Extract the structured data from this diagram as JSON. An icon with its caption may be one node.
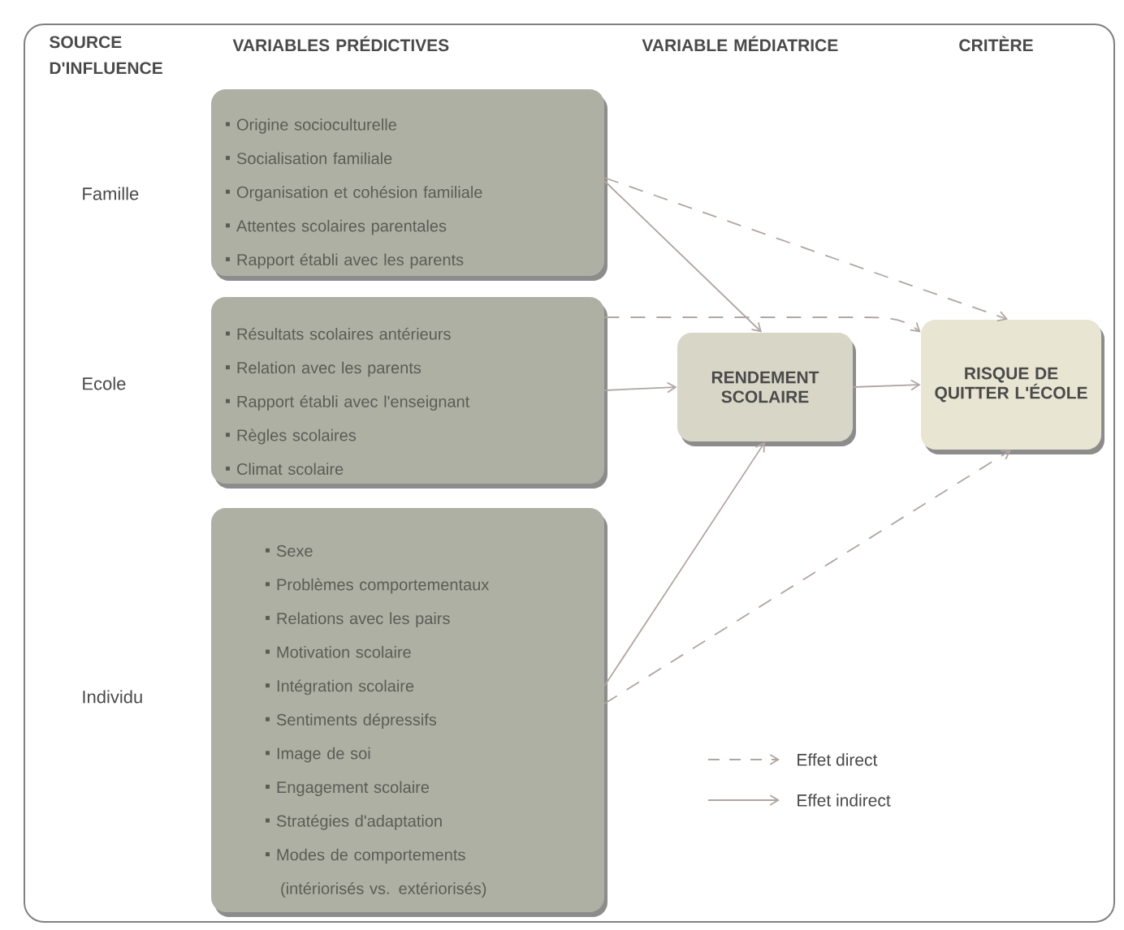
{
  "diagram": {
    "nodes": [
      {
        "text": [
          "Origine socioculturelle",
          "Socialisation familiale",
          "Organisation et cohésion familiale",
          "Attentes scolaires parentales",
          "Rapport établi avec les parents"
        ]
      },
      {
        "text": [
          "Résultats scolaires antérieurs",
          "Relation avec les parents",
          "Rapport établi avec l'enseignant",
          "Règles scolaires",
          "Climat scolaire"
        ]
      },
      {
        "text": [
          "Sexe",
          "Problèmes comportementaux",
          "Relations avec les pairs",
          "Motivation scolaire",
          "Intégration scolaire",
          "Sentiments dépressifs",
          "Image de soi",
          "Engagement scolaire",
          "Stratégies d'adaptation",
          "Modes de comportements (intériorisés vs. extériorisés)"
        ]
      },
      {
        "text": [
          "RENDEMENT SCOLAIRE"
        ]
      },
      {
        "text": [
          "RISQUE DE QUITTER L'ÉCOLE"
        ]
      }
    ],
    "edges": [
      {
        "from": 0,
        "to": 3,
        "arrow": "to"
      },
      {
        "from": 0,
        "to": 4,
        "arrow": "to",
        "style": "dashed"
      },
      {
        "from": 1,
        "to": 3,
        "arrow": "to"
      },
      {
        "from": 1,
        "to": 4,
        "arrow": "to",
        "style": "dashed"
      },
      {
        "from": 2,
        "to": 3,
        "arrow": "to"
      },
      {
        "from": 2,
        "to": 4,
        "arrow": "to",
        "style": "dashed"
      },
      {
        "from": 3,
        "to": 4,
        "arrow": "to"
      }
    ],
    "labels": [
      "SOURCE D'INFLUENCE",
      "VARIABLES PRÉDICTIVES",
      "VARIABLE MÉDIATRICE",
      "CRITÈRE",
      "Famille",
      "Ecole",
      "Individu"
    ],
    "legend": [
      {
        "text": "Effet direct"
      },
      {
        "text": "Effet indirect"
      }
    ]
  }
}
